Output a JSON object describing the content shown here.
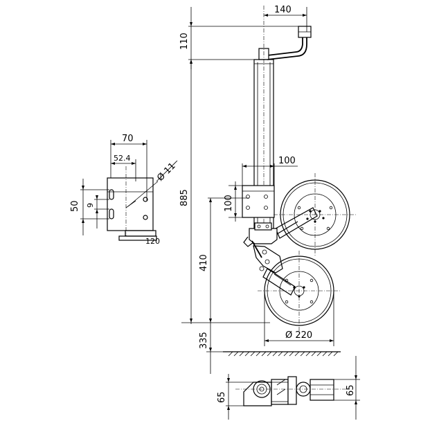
{
  "drawing": {
    "dimensions": {
      "handle_offset": "140",
      "top_height": "110",
      "total_height": "885",
      "clamp_width": "100",
      "clamp_height": "100",
      "wheel_center_height": "410",
      "ground_clearance": "335",
      "wheel_diameter": "Ø 220",
      "bottom_left_width": "65",
      "bottom_right_width": "65",
      "bracket_width": "70",
      "bracket_hole_offset": "52.4",
      "bracket_hole_dia": "Ø 11",
      "bracket_height": "50",
      "bracket_hole_spacing": "9",
      "bracket_note": "120"
    }
  }
}
